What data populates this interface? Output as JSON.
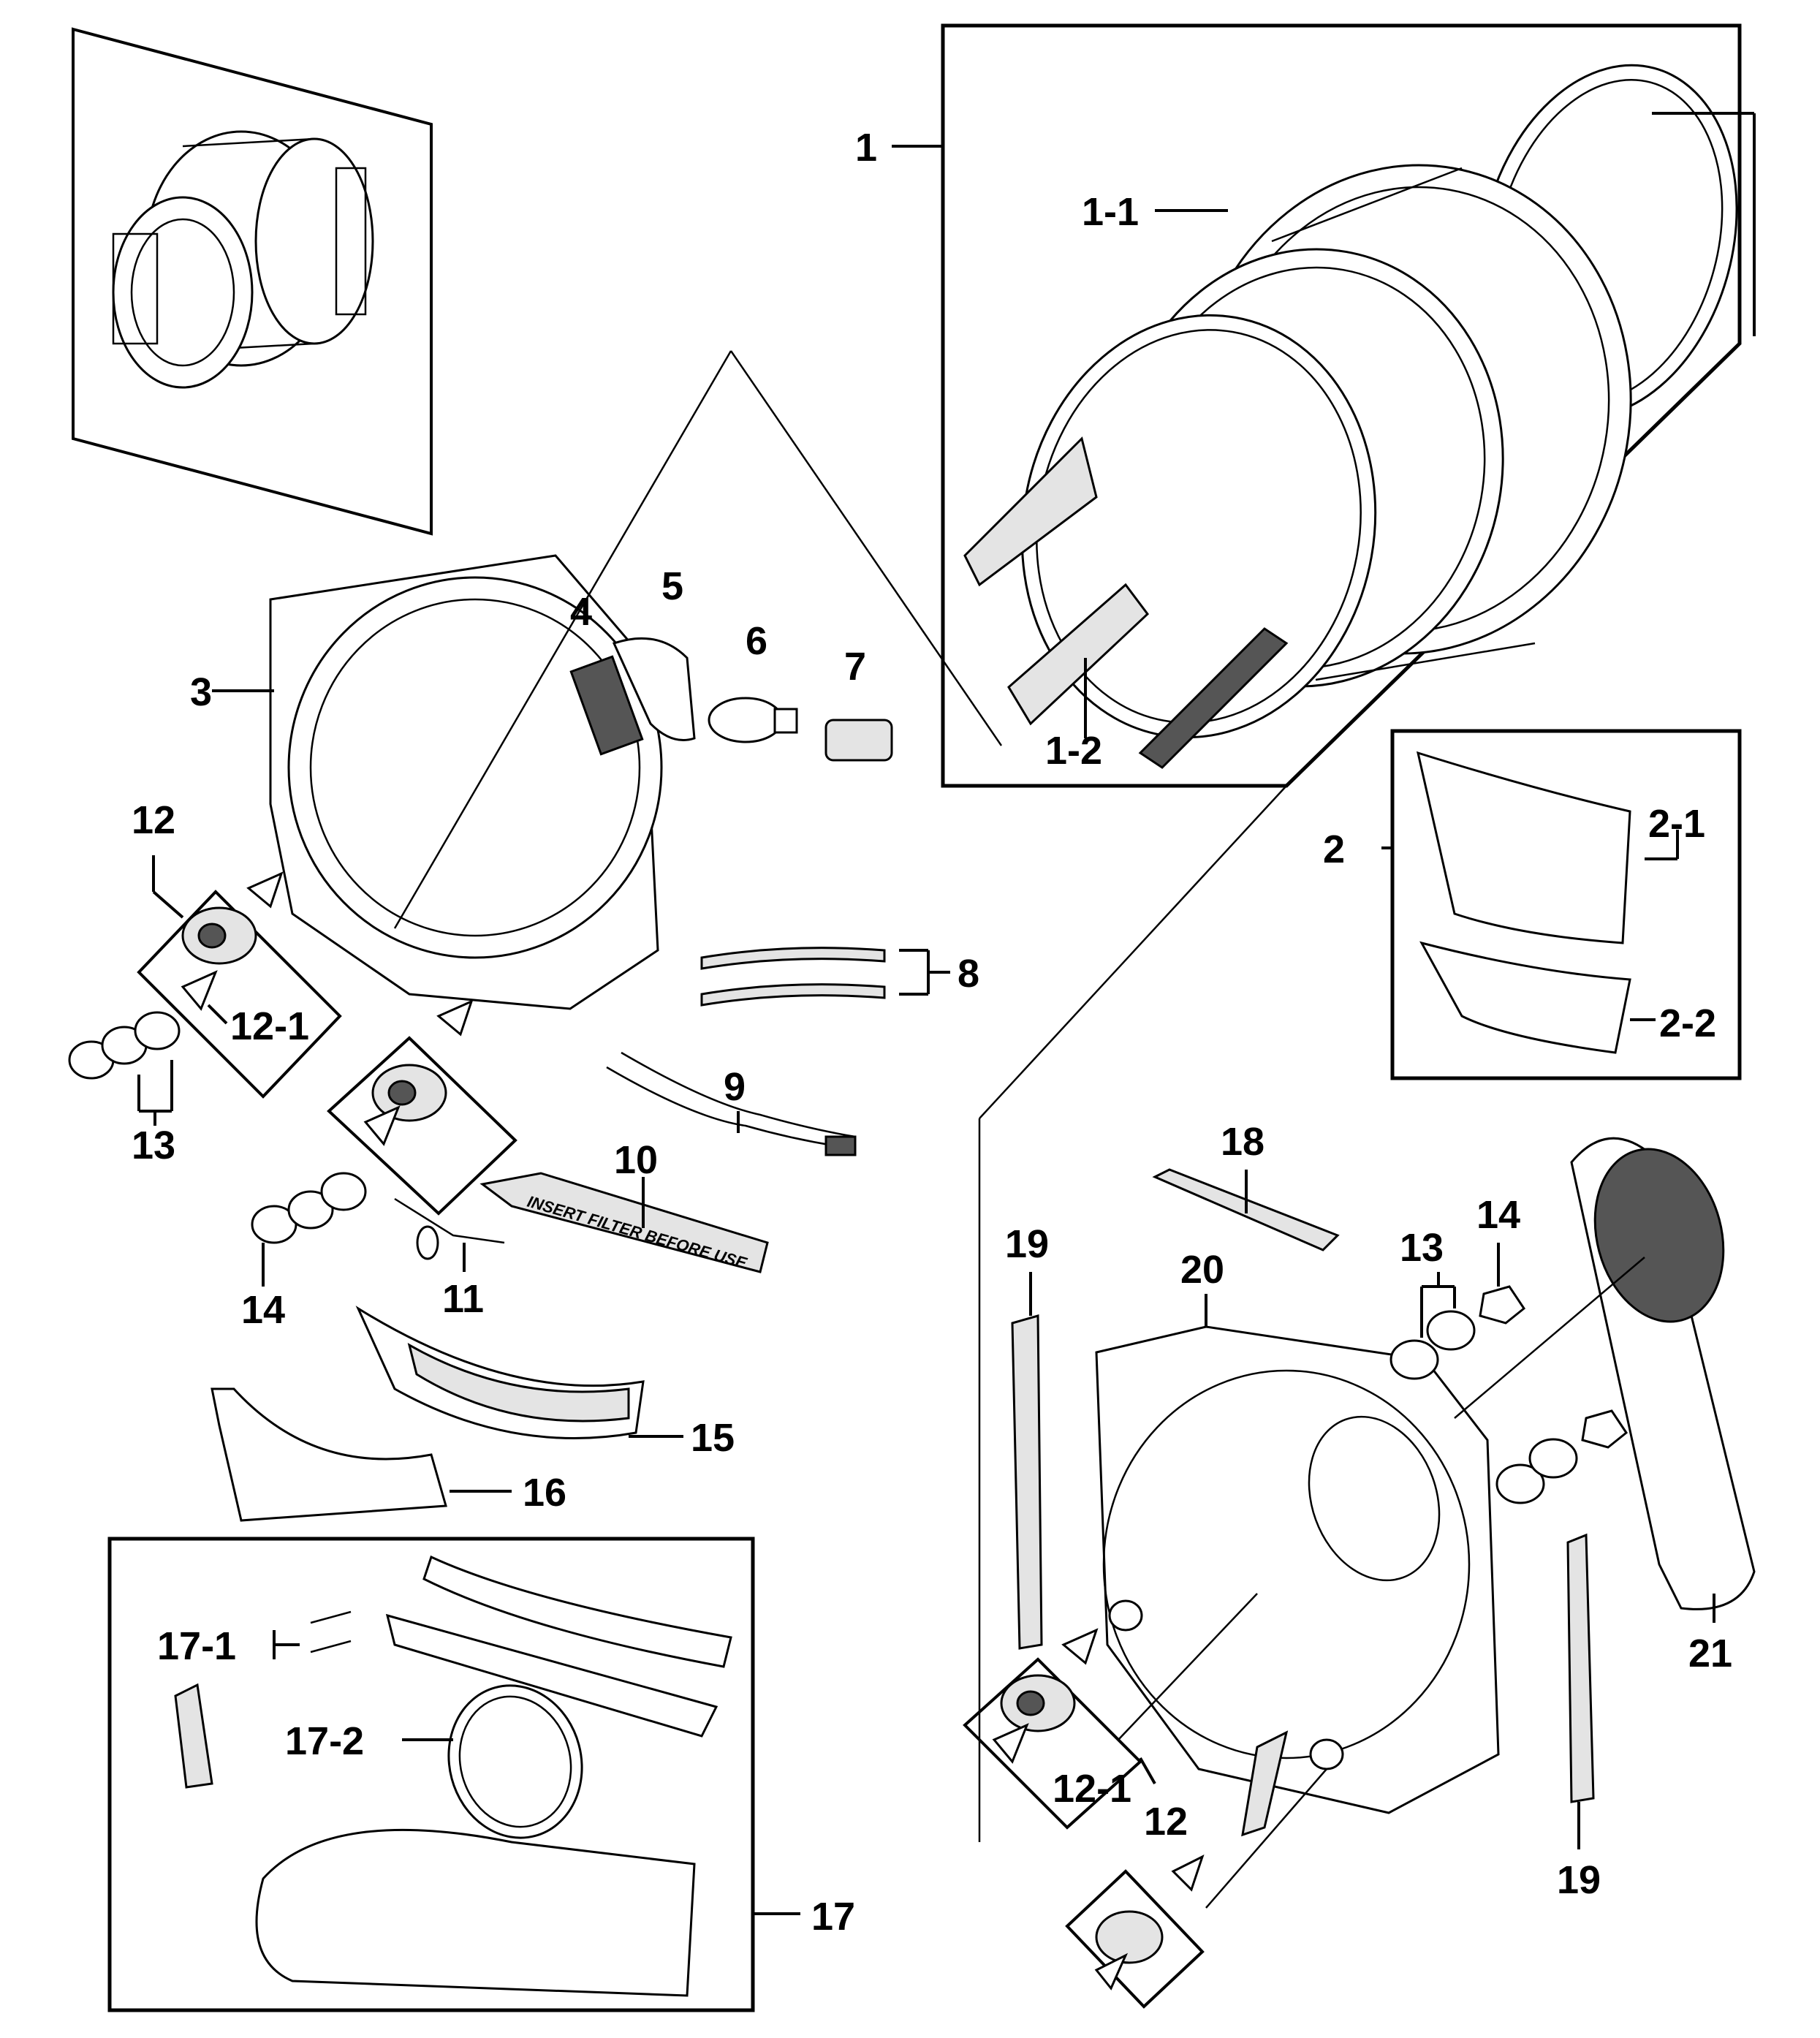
{
  "labels": {
    "l1": "1",
    "l1_1": "1-1",
    "l1_2": "1-2",
    "l2": "2",
    "l2_1": "2-1",
    "l2_2": "2-2",
    "l3": "3",
    "l4": "4",
    "l5": "5",
    "l6": "6",
    "l7": "7",
    "l8": "8",
    "l9": "9",
    "l10": "10",
    "l11": "11",
    "l12a": "12",
    "l12_1a": "12-1",
    "l13a": "13",
    "l14a": "14",
    "l15": "15",
    "l16": "16",
    "l17": "17",
    "l17_1": "17-1",
    "l17_2": "17-2",
    "l18": "18",
    "l19a": "19",
    "l19b": "19",
    "l20": "20",
    "l21": "21",
    "l13b": "13",
    "l14b": "14",
    "l12_1b": "12-1",
    "l12b": "12"
  },
  "filter_text": "INSERT FILTER BEFORE USE"
}
